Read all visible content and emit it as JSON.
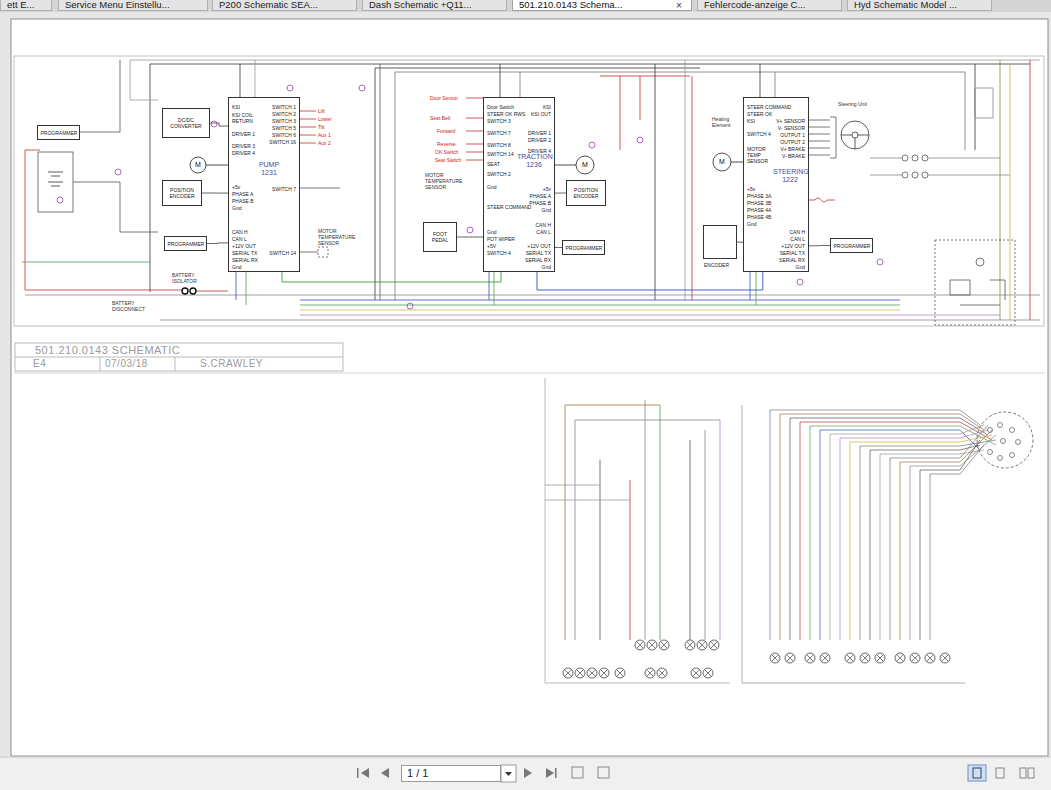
{
  "diagram": {
    "nodes": [
      {
        "text": [
          "ett E..."
        ]
      },
      {
        "text": [
          "Service Menu Einstellu..."
        ]
      },
      {
        "text": [
          "P200 Schematic SEA..."
        ]
      },
      {
        "text": [
          "Dash Schematic +Q11..."
        ]
      },
      {
        "text": [
          "501.210.0143 Schema..."
        ]
      },
      {
        "text": [
          "Fehlercode-anzeige C..."
        ]
      },
      {
        "text": [
          "Hyd Schematic Model ..."
        ]
      },
      {
        "text": [
          "PROGRAMMER"
        ]
      },
      {
        "text": [
          "DC/DC CONVERTER"
        ]
      },
      {
        "text": [
          "PUMP 1231",
          "KSI",
          "KSI COIL RETURN",
          "DRIVER 1",
          "DRIVER 3",
          "DRIVER 4",
          "+5v",
          "PHASE A",
          "PHASE B",
          "Gnd",
          "CAN H",
          "CAN L",
          "+12V OUT",
          "SERIAL TX",
          "SERIAL RX",
          "Gnd",
          "SWITCH 1",
          "SWITCH 2",
          "SWITCH 3",
          "SWITCH 5",
          "SWITCH 6",
          "SWITCH 16",
          "SWITCH 7",
          "SWITCH 14"
        ]
      },
      {
        "text": [
          "POSITION ENCODER"
        ]
      },
      {
        "text": [
          "PROGRAMMER"
        ]
      },
      {
        "text": [
          "FOOT PEDAL"
        ]
      },
      {
        "text": [
          "TRACTION 1236",
          "Door Switch",
          "STEER OK RWS",
          "SWITCH 3",
          "SWITCH 7",
          "SWITCH 8",
          "SWITCH 14",
          "SEAT",
          "SWITCH 2",
          "Gnd",
          "STEER COMMAND",
          "Gnd",
          "POT WIPER",
          "+5V",
          "SWITCH 4",
          "KSI",
          "KSI OUT",
          "DRIVER 1",
          "DRIVER 2",
          "DRIVER 4",
          "+5v",
          "PHASE A",
          "PHASE B",
          "Gnd",
          "CAN H",
          "CAN L",
          "+12V OUT",
          "SERIAL TX",
          "SERIAL RX",
          "Gnd"
        ]
      },
      {
        "text": [
          "POSITION ENCODER"
        ]
      },
      {
        "text": [
          "PROGRAMMER"
        ]
      },
      {
        "text": [
          "ENCODER"
        ]
      },
      {
        "text": [
          "STEERING 1222",
          "STEER COMMAND",
          "STEER OK",
          "KSI",
          "SWITCH 4",
          "MOTOR TEMP SENSOR",
          "+5v",
          "PHASE 3A",
          "PHASE 3B",
          "PHASE 4A",
          "PHASE 4B",
          "Gnd",
          "V+ SENSOR",
          "V- SENSOR",
          "OUTPUT 1",
          "OUTPUT 2",
          "V+ BRAKE",
          "V- BRAKE",
          "CAN H",
          "CAN L",
          "+12V OUT",
          "SERIAL TX",
          "SERIAL RX",
          "Gnd"
        ]
      },
      {
        "text": [
          "PROGRAMMER"
        ]
      },
      {
        "text": [
          "501.210.0143 SCHEMATIC",
          "E4",
          "07/03/18",
          "S.CRAWLEY"
        ]
      },
      {
        "text": [
          "1 / 1"
        ]
      }
    ],
    "edges": [
      {
        "from": 11,
        "to": 9,
        "arrow": "none"
      },
      {
        "from": 10,
        "to": 9,
        "arrow": "none"
      },
      {
        "from": 8,
        "to": 9,
        "arrow": "none"
      },
      {
        "from": 12,
        "to": 13,
        "arrow": "none"
      },
      {
        "from": 14,
        "to": 13,
        "arrow": "none"
      },
      {
        "from": 15,
        "to": 13,
        "arrow": "none"
      },
      {
        "from": 16,
        "to": 17,
        "arrow": "none"
      },
      {
        "from": 18,
        "to": 17,
        "arrow": "none"
      },
      {
        "from": 9,
        "to": 13,
        "arrow": "none"
      },
      {
        "from": 13,
        "to": 17,
        "arrow": "none"
      }
    ],
    "labels": [
      "×",
      "Lift",
      "Lower",
      "Tilt",
      "Aux 1",
      "Aux 2",
      "Door Sensor",
      "Seat Belt",
      "Forward",
      "Reverse",
      "OK Switch",
      "Seat Switch",
      "MOTOR TEMPERATURE SENSOR",
      "MOTOR TEMPERATURE SENSOR",
      "BATTERY ISOLATOR",
      "BATTERY DISCONNECT",
      "Steering Unit",
      "Heating Element",
      "M",
      "M",
      "M"
    ]
  }
}
